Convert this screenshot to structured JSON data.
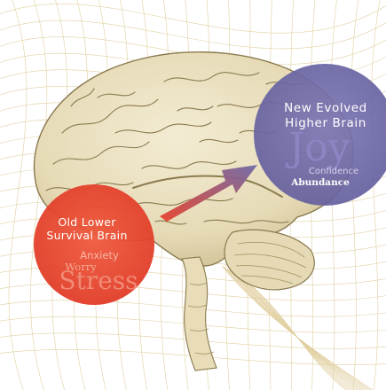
{
  "image": {
    "subject": "brain-illustration",
    "colors": {
      "old_brain_circle": "#e8412c",
      "new_brain_circle": "#6f6aa8",
      "brain_fill": "#ebe2c4",
      "brain_outline": "#8a7a4e",
      "grid_lines": "#d9c48a",
      "arrow_start": "#e8412c",
      "arrow_end": "#6f6aa8"
    }
  },
  "old_brain": {
    "title_line1": "Old Lower",
    "title_line2": "Survival Brain",
    "words": {
      "anxiety": "Anxiety",
      "worry": "Worry",
      "stress": "Stress"
    }
  },
  "new_brain": {
    "title_line1": "New Evolved",
    "title_line2": "Higher Brain",
    "words": {
      "joy": "Joy",
      "confidence": "Confidence",
      "abundance": "Abundance"
    }
  }
}
